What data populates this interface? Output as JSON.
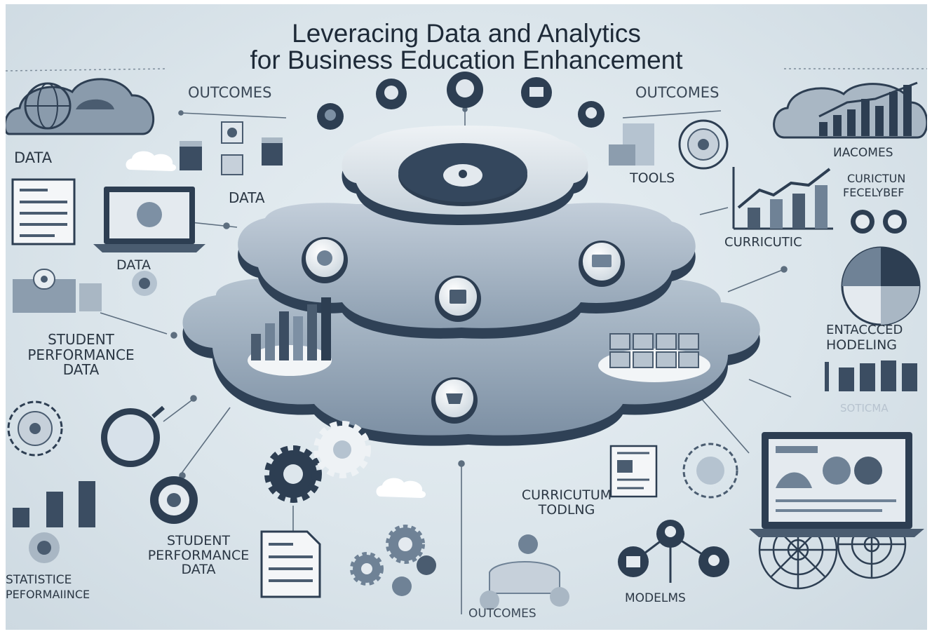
{
  "title": {
    "line1": "Leveracing Data and Analytics",
    "line2": "for Business Education Enhancement"
  },
  "labels": {
    "outcomes_top_left": "OUTCOMES",
    "outcomes_top_right": "OUTCOMES",
    "data_left": "DATA",
    "data_center": "DATA",
    "data_laptop": "DATA",
    "tools": "TOOLS",
    "inacomes": "ИACOMES",
    "curricutun_line1": "CURICTUN",
    "curricutun_line2": "FECELYBEF",
    "curricutic": "CURRICUTIC",
    "student_perf_left": [
      "STUDENT",
      "PERFORMANCE",
      "DATA"
    ],
    "entacced_line1": "ENTACCCED",
    "entacced_line2": "HODELING",
    "faded_right": "SOTICMA",
    "curriculum_tooling_line1": "CURRICUTUM",
    "curriculum_tooling_line2": "TODLNG",
    "student_perf_bottom": [
      "STUDENT",
      "PERFORMANCE",
      "DATA"
    ],
    "statistice_line1": "STATISTICE",
    "statistice_line2": "PEFORMAIINCE",
    "outcomes_bottom": "OUTCOMES",
    "modelms": "MODELMS"
  },
  "colors": {
    "navy": "#2d3e52",
    "slate": "#6f8296",
    "light_platform": "#e4eaef",
    "mid_platform": "#a9b7c4",
    "background": "#dde6ec"
  },
  "icons": [
    "globe-cloud-icon",
    "chart-cloud-icon",
    "server-stack-icon",
    "laptop-icon",
    "document-icon",
    "magnifier-icon",
    "gear-icon",
    "bar-chart-icon",
    "line-chart-icon",
    "pie-chart-icon",
    "radar-icon",
    "network-icon"
  ]
}
